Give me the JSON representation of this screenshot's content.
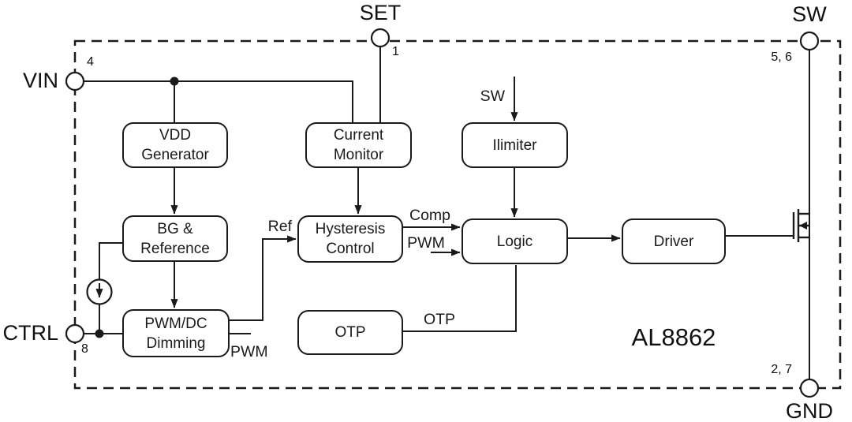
{
  "part_label": "AL8862",
  "pins": {
    "vin": {
      "label": "VIN",
      "number": "4"
    },
    "set": {
      "label": "SET",
      "number": "1"
    },
    "sw": {
      "label": "SW",
      "number": "5, 6"
    },
    "ctrl": {
      "label": "CTRL",
      "number": "8"
    },
    "gnd": {
      "label": "GND",
      "number": "2, 7"
    }
  },
  "blocks": {
    "vdd_generator": {
      "line1": "VDD",
      "line2": "Generator"
    },
    "current_monitor": {
      "line1": "Current",
      "line2": "Monitor"
    },
    "ilimiter": {
      "label": "Ilimiter"
    },
    "bg_reference": {
      "line1": "BG &",
      "line2": "Reference"
    },
    "hysteresis_control": {
      "line1": "Hysteresis",
      "line2": "Control"
    },
    "logic": {
      "label": "Logic"
    },
    "pwm_dc_dimming": {
      "line1": "PWM/DC",
      "line2": "Dimming"
    },
    "otp": {
      "label": "OTP"
    },
    "driver": {
      "label": "Driver"
    }
  },
  "signals": {
    "sw_input": "SW",
    "ref": "Ref",
    "comp": "Comp",
    "pwm_to_logic": "PWM",
    "pwm_from_dimming": "PWM",
    "otp_out": "OTP"
  },
  "colors": {
    "line": "#1a1a1a",
    "background": "#ffffff"
  }
}
